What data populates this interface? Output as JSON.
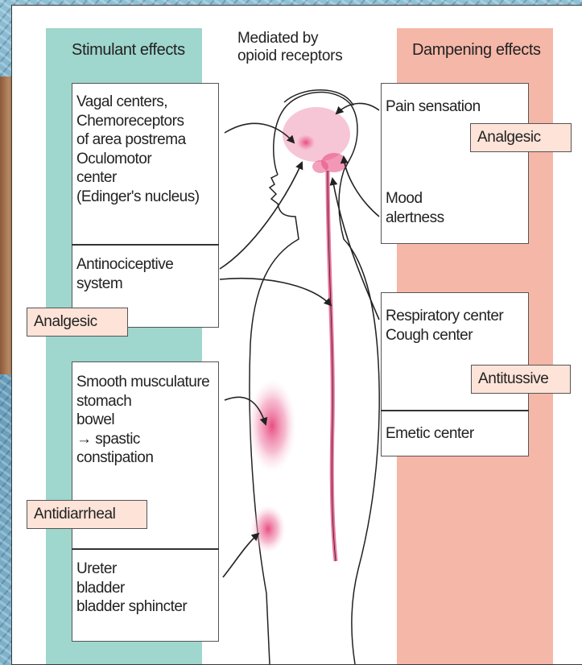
{
  "titles": {
    "stimulant": "Stimulant effects",
    "center": "Mediated by\nopioid receptors",
    "dampening": "Dampening effects"
  },
  "stimulant_boxes": {
    "vagal": "Vagal centers,\nChemoreceptors\nof area postrema\nOculomotor\ncenter\n(Edinger's nucleus)",
    "antinociceptive": "Antinociceptive\nsystem",
    "smooth_muscle": "Smooth musculature\nstomach\nbowel\n→ spastic\nconstipation",
    "ureter": "Ureter\nbladder\nbladder sphincter"
  },
  "dampening_boxes": {
    "pain": "Pain sensation",
    "mood": "Mood\nalertness",
    "respiratory": "Respiratory center\nCough center",
    "emetic": "Emetic center"
  },
  "tags": {
    "analgesic_left": "Analgesic",
    "analgesic_right": "Analgesic",
    "antitussive": "Antitussive",
    "antidiarrheal": "Antidiarrheal"
  },
  "colors": {
    "stimulant_band": "#9fd6cd",
    "dampening_band": "#f5b7a8",
    "tag_fill": "#fde3d8",
    "receptor_highlight": "#e8437a"
  }
}
